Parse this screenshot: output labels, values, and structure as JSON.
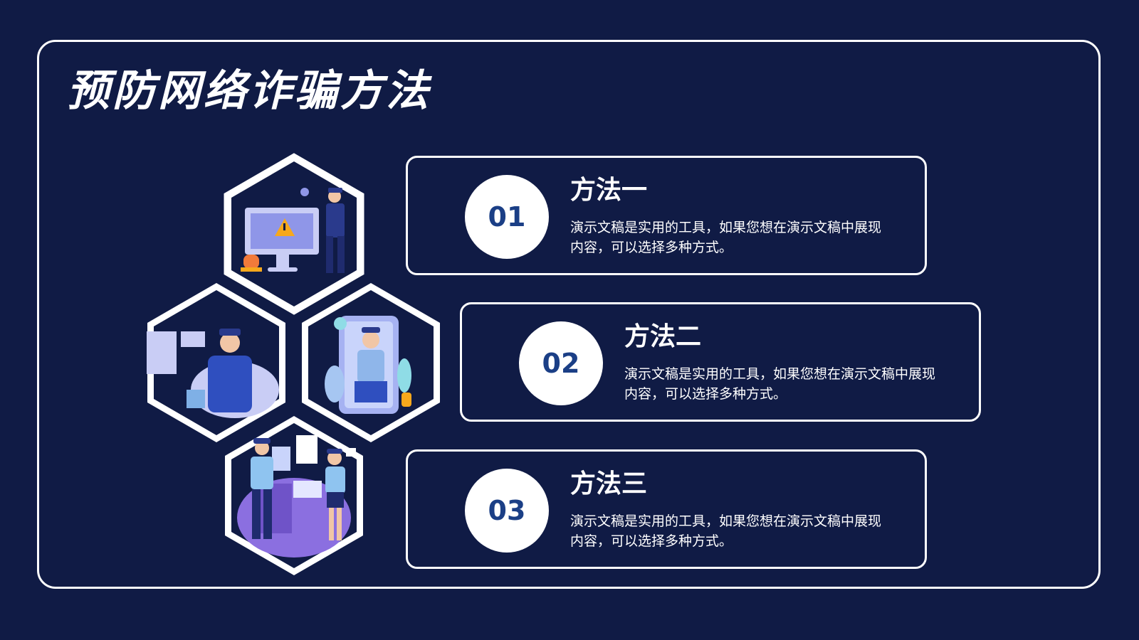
{
  "slide": {
    "title": "预防网络诈骗方法"
  },
  "methods": [
    {
      "number": "01",
      "title": "方法一",
      "description": "演示文稿是实用的工具，如果您想在演示文稿中展现内容，可以选择多种方式。"
    },
    {
      "number": "02",
      "title": "方法二",
      "description": "演示文稿是实用的工具，如果您想在演示文稿中展现内容，可以选择多种方式。"
    },
    {
      "number": "03",
      "title": "方法三",
      "description": "演示文稿是实用的工具，如果您想在演示文稿中展现内容，可以选择多种方式。"
    }
  ],
  "colors": {
    "background": "#101b45",
    "accent": "#1b3f86",
    "border": "#ffffff"
  }
}
